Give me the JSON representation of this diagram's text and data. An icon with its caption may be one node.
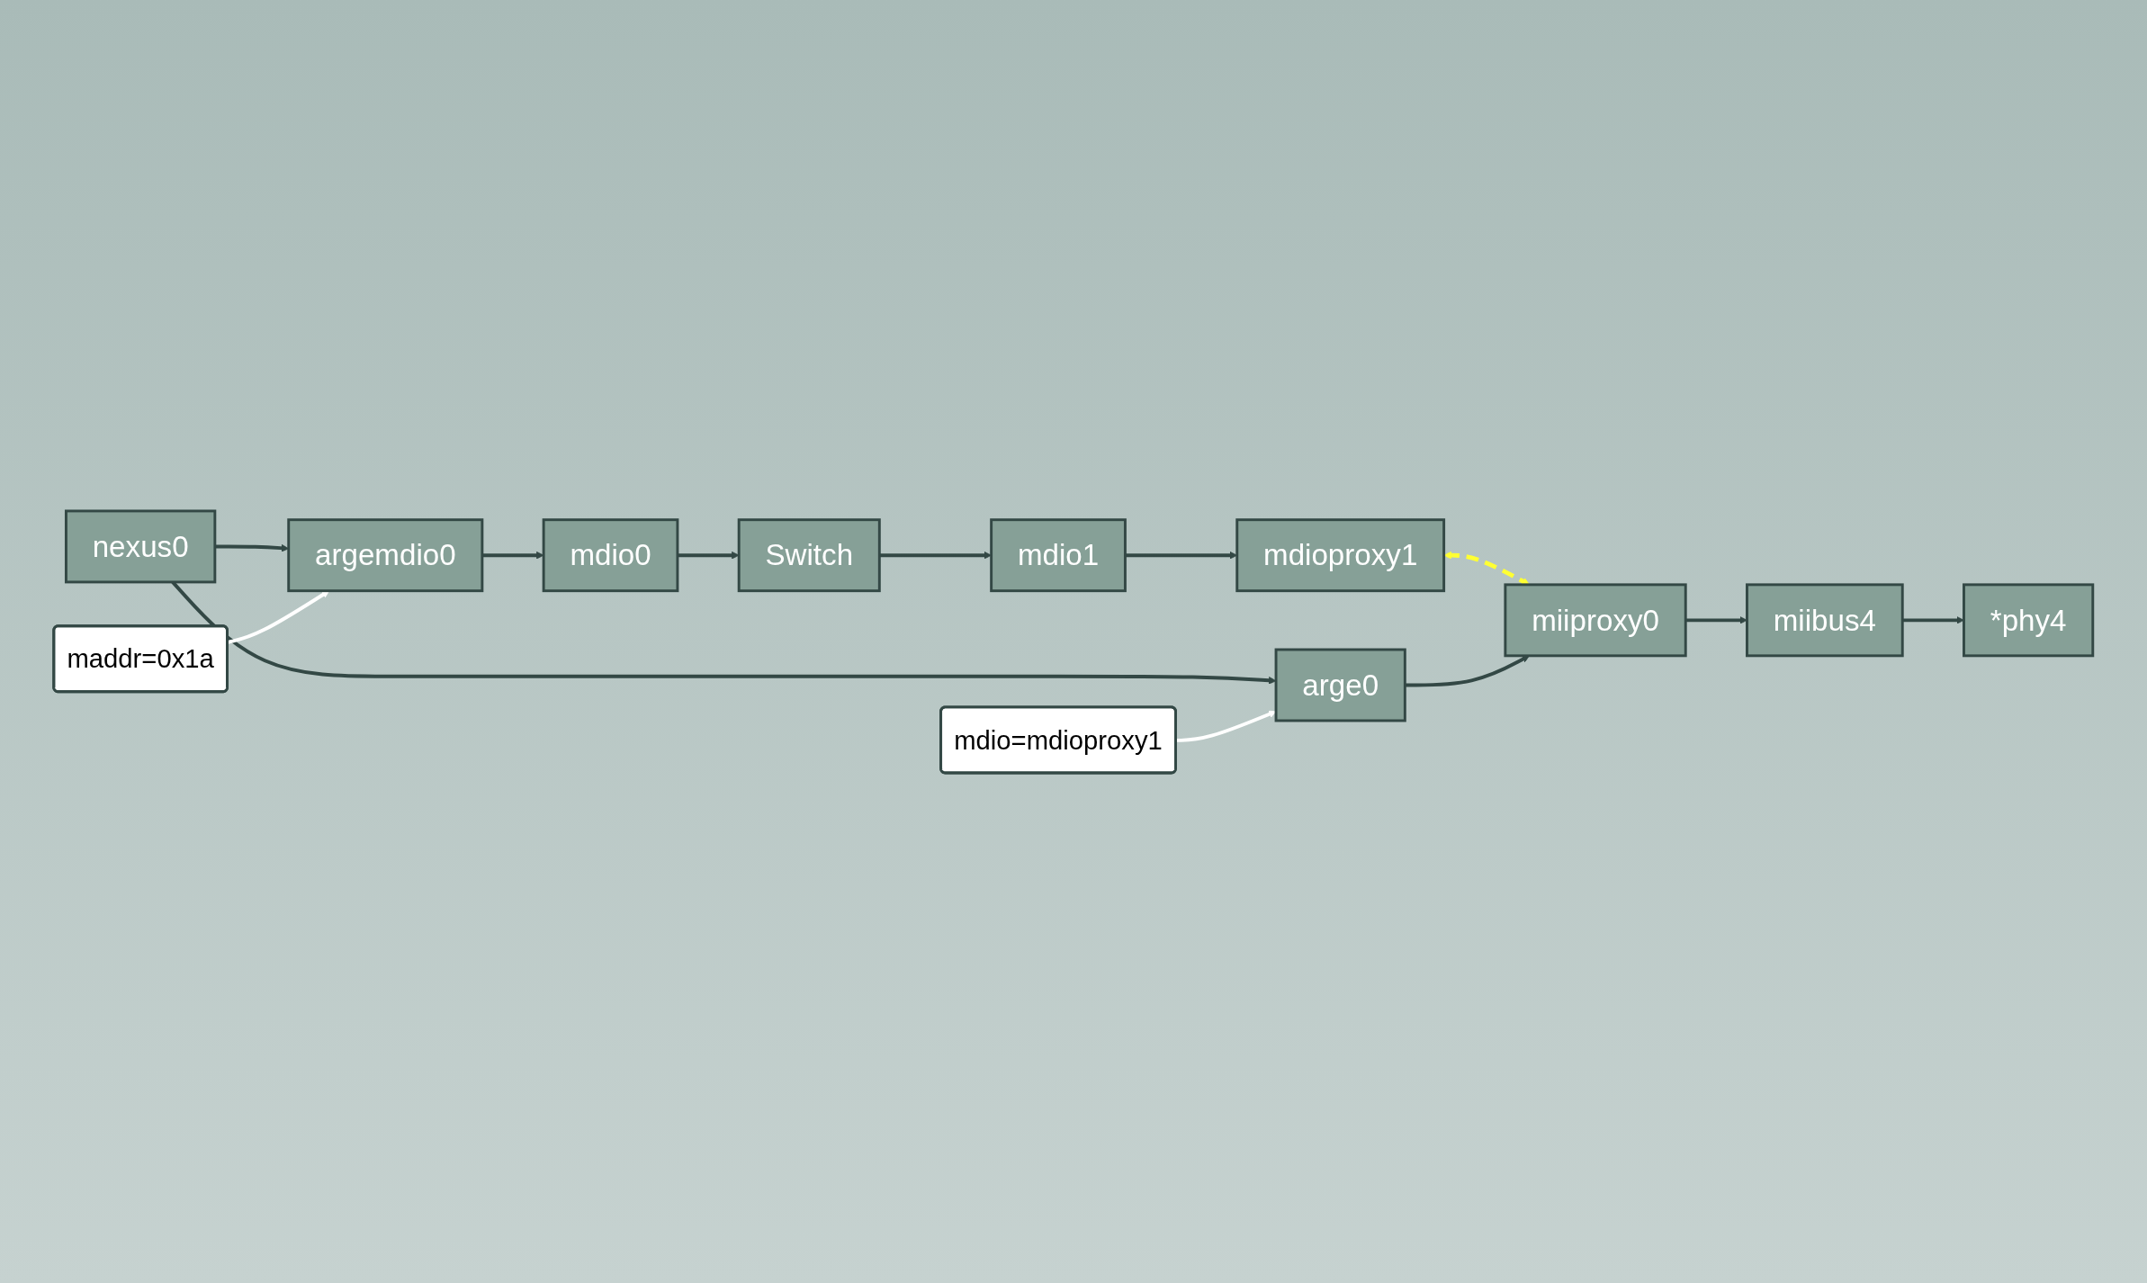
{
  "diagram": {
    "nodes": [
      {
        "text": [
          "nexus0"
        ]
      },
      {
        "text": [
          "argemdio0"
        ]
      },
      {
        "text": [
          "mdio0"
        ]
      },
      {
        "text": [
          "Switch"
        ]
      },
      {
        "text": [
          "mdio1"
        ]
      },
      {
        "text": [
          "mdioproxy1"
        ]
      },
      {
        "text": [
          "arge0"
        ]
      },
      {
        "text": [
          "miiproxy0"
        ]
      },
      {
        "text": [
          "miibus4"
        ]
      },
      {
        "text": [
          "*phy4"
        ]
      },
      {
        "text": [
          "maddr=0x1a"
        ]
      },
      {
        "text": [
          "mdio=mdioproxy1"
        ]
      }
    ],
    "edges": [
      {
        "from": 0,
        "to": 1,
        "arrow": "to"
      },
      {
        "from": 0,
        "to": 6,
        "arrow": "to"
      },
      {
        "from": 1,
        "to": 2,
        "arrow": "to"
      },
      {
        "from": 2,
        "to": 3,
        "arrow": "to"
      },
      {
        "from": 3,
        "to": 4,
        "arrow": "to"
      },
      {
        "from": 4,
        "to": 5,
        "arrow": "to"
      },
      {
        "from": 5,
        "to": 7,
        "arrow": "both",
        "style": "dashed",
        "color": "#ffff33"
      },
      {
        "from": 6,
        "to": 7,
        "arrow": "to"
      },
      {
        "from": 7,
        "to": 8,
        "arrow": "to"
      },
      {
        "from": 8,
        "to": 9,
        "arrow": "to"
      },
      {
        "from": 10,
        "to": 1,
        "arrow": "to",
        "color": "#ffffff"
      },
      {
        "from": 11,
        "to": 6,
        "arrow": "to",
        "color": "#ffffff"
      }
    ]
  }
}
